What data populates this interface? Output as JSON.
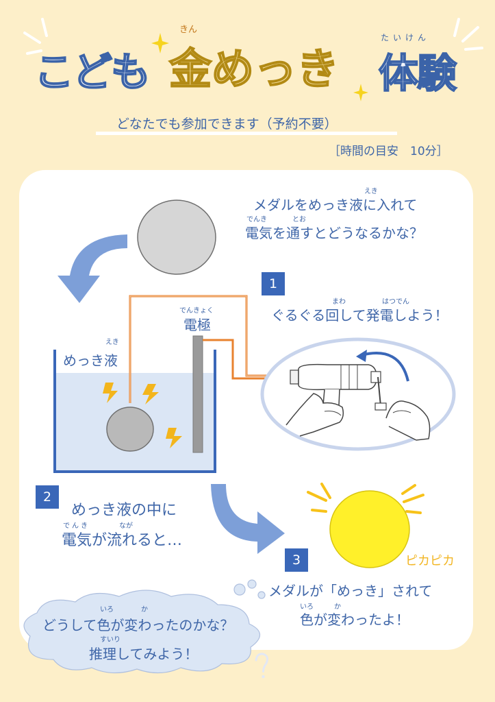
{
  "header": {
    "title_part1": "こども",
    "title_gold": "金めっき",
    "title_part2": "体験",
    "ruby_kin": "きん",
    "ruby_taiken": "たいけん",
    "subtitle": "どなたでも参加できます（予約不要）",
    "time_note": "［時間の目安　10分］"
  },
  "intro": {
    "line1": "メダルをめっき液に入れて",
    "line1_ruby": "えき",
    "line2": "電気を通すとどうなるかな？",
    "line2_ruby1": "でんき",
    "line2_ruby2": "とお"
  },
  "step1": {
    "number": "1",
    "text": "ぐるぐる回して発電しよう！",
    "ruby1": "まわ",
    "ruby2": "はつでん"
  },
  "diagram": {
    "electrode_label": "電極",
    "electrode_ruby": "でんきょく",
    "solution_label": "めっき液",
    "solution_ruby": "えき"
  },
  "step2": {
    "number": "2",
    "line1": "めっき液の中に",
    "line2": "電気が流れると…",
    "ruby1": "でんき",
    "ruby2": "なが"
  },
  "step3": {
    "number": "3",
    "sparkle_label": "ピカピカ",
    "line1": "メダルが「めっき」されて",
    "line2": "色が変わったよ！",
    "ruby1": "いろ",
    "ruby2": "か"
  },
  "cloud": {
    "line1": "どうして色が変わったのかな？",
    "ruby1": "いろ",
    "ruby2": "か",
    "line2": "推理してみよう！",
    "ruby3": "すいり"
  },
  "colors": {
    "background": "#fdefc9",
    "accent_blue": "#3f66a8",
    "gold": "#b28a14",
    "wire_orange": "#e8822f",
    "sun_yellow": "#fff02a"
  }
}
